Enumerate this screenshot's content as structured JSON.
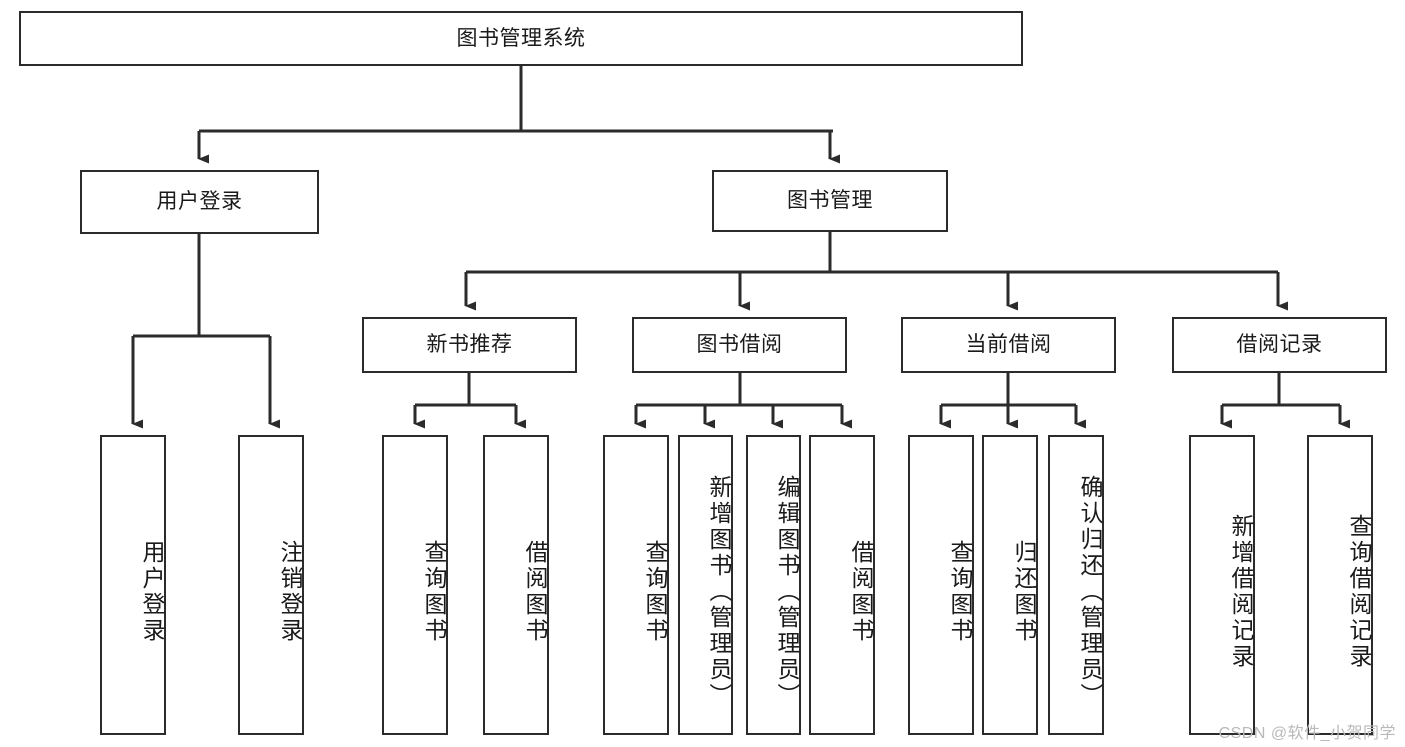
{
  "diagram": {
    "title": "图书管理系统",
    "watermark": "CSDN @软件_小贺同学",
    "line_color": "#2b2b2b",
    "box_fill": "#ffffff",
    "text_color": "#1a1a1a",
    "watermark_color": "#b9b9b9",
    "root": {
      "id": "root",
      "label": "图书管理系统",
      "orientation": "horizontal"
    },
    "level1": [
      {
        "id": "user-login",
        "label": "用户登录",
        "orientation": "horizontal"
      },
      {
        "id": "book-management",
        "label": "图书管理",
        "orientation": "horizontal"
      }
    ],
    "level2": [
      {
        "id": "new-book-recommend",
        "label": "新书推荐",
        "orientation": "horizontal",
        "parent": "book-management"
      },
      {
        "id": "book-borrow",
        "label": "图书借阅",
        "orientation": "horizontal",
        "parent": "book-management"
      },
      {
        "id": "current-borrow",
        "label": "当前借阅",
        "orientation": "horizontal",
        "parent": "book-management"
      },
      {
        "id": "borrow-record",
        "label": "借阅记录",
        "orientation": "horizontal",
        "parent": "book-management"
      }
    ],
    "leaves": [
      {
        "id": "leaf-user-login",
        "label": "用户登录",
        "orientation": "vertical",
        "parent": "user-login"
      },
      {
        "id": "leaf-user-logout",
        "label": "注销登录",
        "orientation": "vertical",
        "parent": "user-login"
      },
      {
        "id": "leaf-query-book-1",
        "label": "查询图书",
        "orientation": "vertical",
        "parent": "new-book-recommend"
      },
      {
        "id": "leaf-borrow-book-1",
        "label": "借阅图书",
        "orientation": "vertical",
        "parent": "new-book-recommend"
      },
      {
        "id": "leaf-query-book-2",
        "label": "查询图书",
        "orientation": "vertical",
        "parent": "book-borrow"
      },
      {
        "id": "leaf-add-book",
        "label": "新增图书（管理员）",
        "orientation": "vertical",
        "parent": "book-borrow"
      },
      {
        "id": "leaf-edit-book",
        "label": "编辑图书（管理员）",
        "orientation": "vertical",
        "parent": "book-borrow"
      },
      {
        "id": "leaf-borrow-book-2",
        "label": "借阅图书",
        "orientation": "vertical",
        "parent": "book-borrow"
      },
      {
        "id": "leaf-query-book-3",
        "label": "查询图书",
        "orientation": "vertical",
        "parent": "current-borrow"
      },
      {
        "id": "leaf-return-book",
        "label": "归还图书",
        "orientation": "vertical",
        "parent": "current-borrow"
      },
      {
        "id": "leaf-confirm-return",
        "label": "确认归还（管理员）",
        "orientation": "vertical",
        "parent": "current-borrow"
      },
      {
        "id": "leaf-add-record",
        "label": "新增借阅记录",
        "orientation": "vertical",
        "parent": "borrow-record"
      },
      {
        "id": "leaf-query-record",
        "label": "查询借阅记录",
        "orientation": "vertical",
        "parent": "borrow-record"
      }
    ]
  }
}
